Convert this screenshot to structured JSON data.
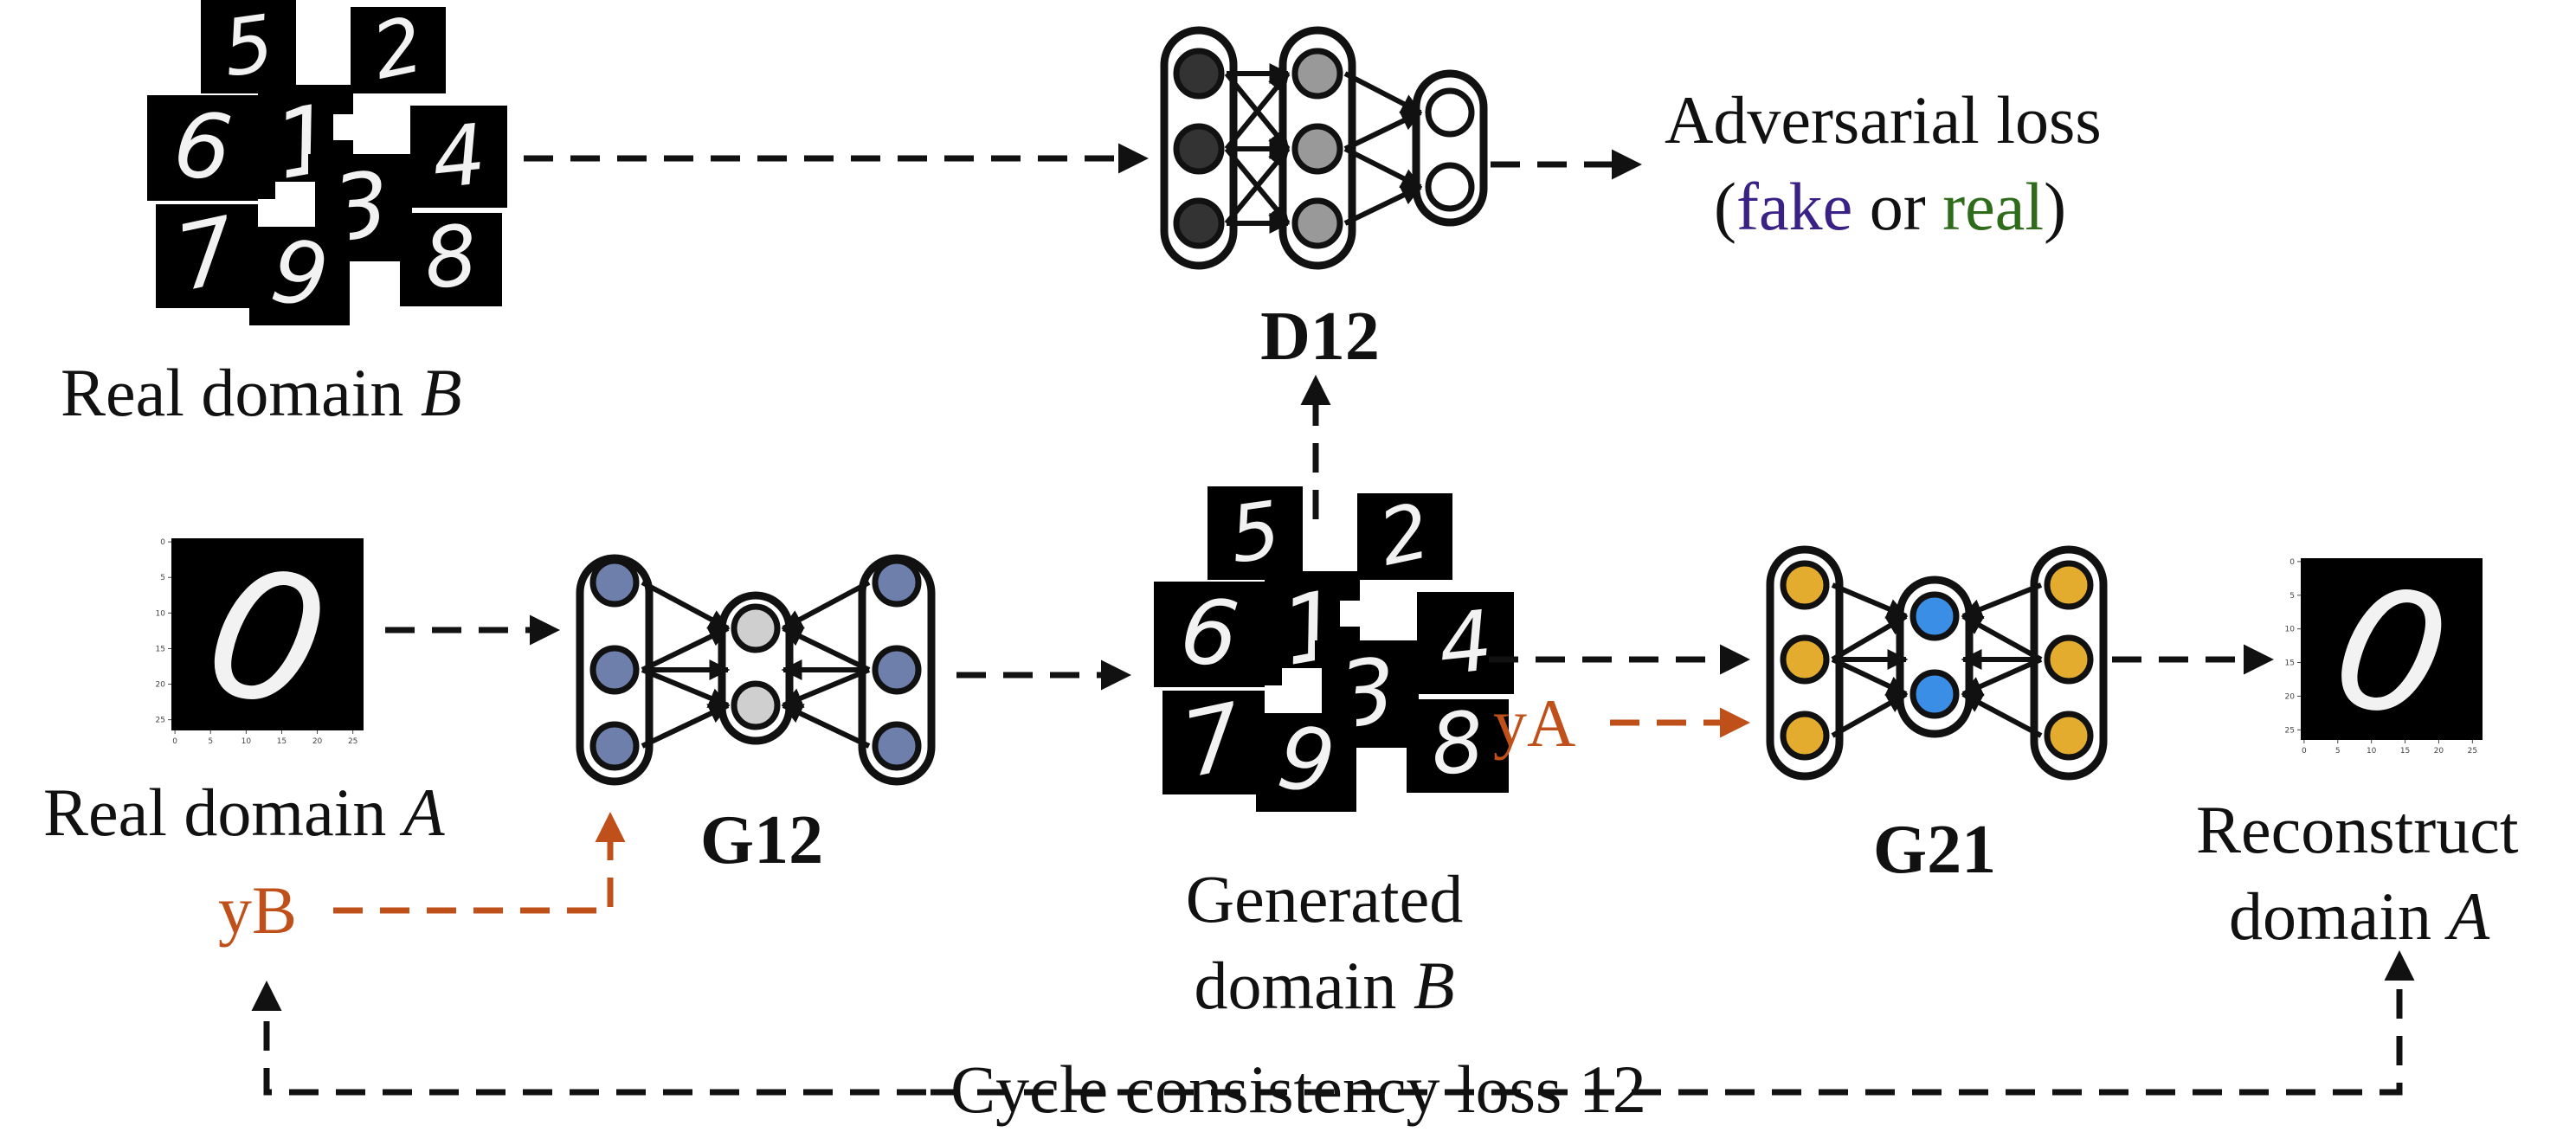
{
  "labels": {
    "real_b": "Real domain ",
    "real_b_var": "B",
    "real_a": "Real domain ",
    "real_a_var": "A",
    "generated_line1": "Generated",
    "generated_line2": "domain ",
    "generated_var": "B",
    "reconstruct_line1": "Reconstruct",
    "reconstruct_line2": "domain ",
    "reconstruct_var": "A",
    "adversarial_line1": "Adversarial loss",
    "adv_open": "(",
    "adv_fake": "fake",
    "adv_or": " or ",
    "adv_real": "real",
    "adv_close": ")",
    "d12": "D12",
    "g12": "G12",
    "g21": "G21",
    "yA": "yA",
    "yB": "yB",
    "cycle": "Cycle consistency loss 12"
  },
  "digits": {
    "collage": [
      "5",
      "2",
      "6",
      "1",
      "4",
      "3",
      "7",
      "9",
      "8"
    ],
    "real_a": "0",
    "reconstruct": "0"
  },
  "axis_ticks": {
    "y": [
      "0",
      "5",
      "10",
      "15",
      "20",
      "25"
    ],
    "x": [
      "0",
      "5",
      "10",
      "15",
      "20",
      "25"
    ]
  },
  "colors": {
    "orange": "#c0501a",
    "fake": "#3a2185",
    "real": "#2e6b1b",
    "d12_layer1": "#333333",
    "d12_layer2": "#999999",
    "d12_out": "#ffffff",
    "g12_outer": "#6e7fab",
    "g12_inner": "#cfcfcf",
    "g21_outer": "#e3ac2e",
    "g21_inner": "#3a8ee6"
  },
  "icons": [
    "mnist-digit-collage",
    "mnist-digit-image",
    "neural-network-icon"
  ]
}
